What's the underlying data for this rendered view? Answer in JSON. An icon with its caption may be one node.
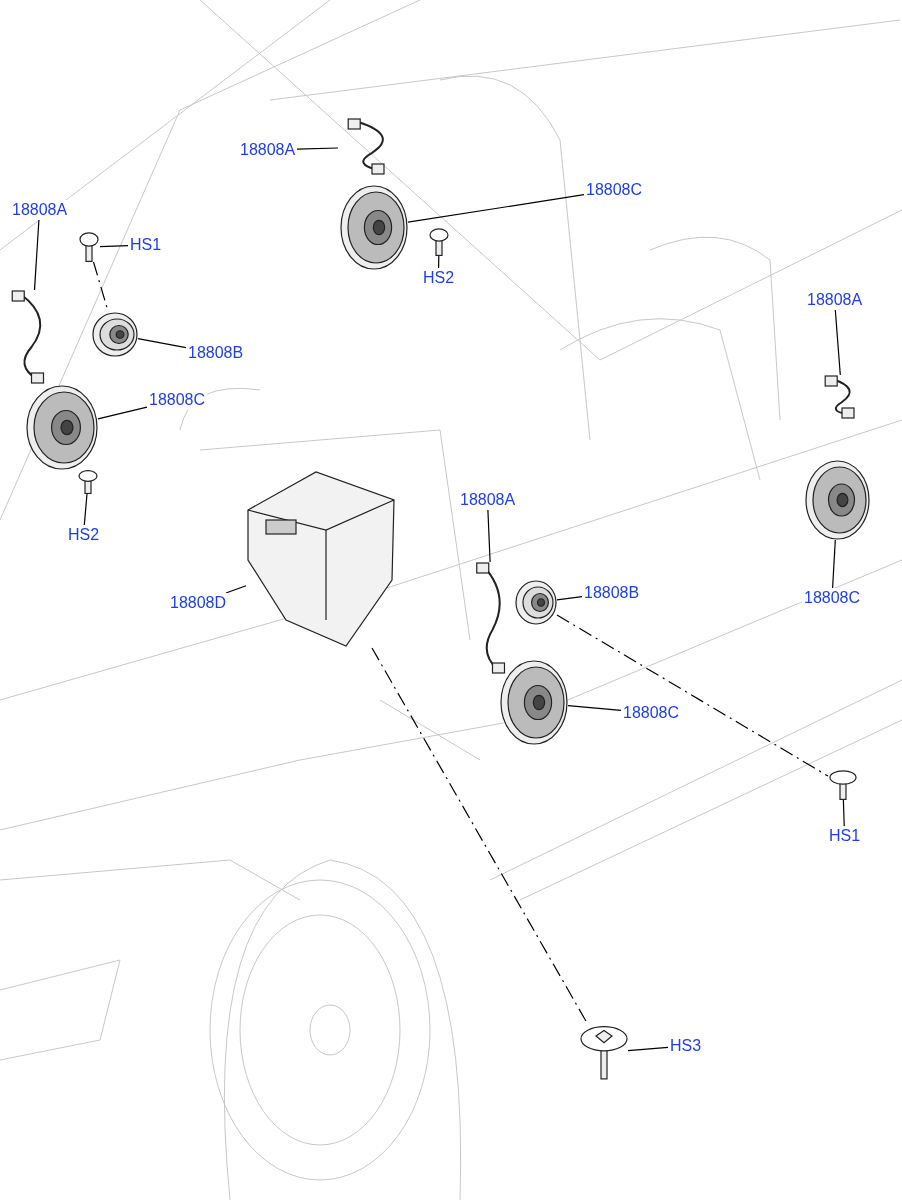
{
  "diagram": {
    "nodes": [
      {
        "text": [
          "18808A"
        ]
      },
      {
        "text": [],
        "shape": "picture"
      },
      {
        "text": [
          "18808C"
        ]
      },
      {
        "text": [],
        "shape": "picture"
      },
      {
        "text": [
          "HS2"
        ]
      },
      {
        "text": [],
        "shape": "picture"
      },
      {
        "text": [
          "18808A"
        ]
      },
      {
        "text": [],
        "shape": "picture"
      },
      {
        "text": [
          "HS1"
        ]
      },
      {
        "text": [],
        "shape": "picture"
      },
      {
        "text": [
          "18808B"
        ]
      },
      {
        "text": [],
        "shape": "picture"
      },
      {
        "text": [
          "18808C"
        ]
      },
      {
        "text": [],
        "shape": "picture"
      },
      {
        "text": [
          "HS2"
        ]
      },
      {
        "text": [],
        "shape": "picture"
      },
      {
        "text": [
          "18808D"
        ]
      },
      {
        "text": [],
        "shape": "picture"
      },
      {
        "text": [
          "18808A"
        ]
      },
      {
        "text": [],
        "shape": "picture"
      },
      {
        "text": [
          "18808B"
        ]
      },
      {
        "text": [],
        "shape": "picture"
      },
      {
        "text": [
          "18808C"
        ]
      },
      {
        "text": [],
        "shape": "picture"
      },
      {
        "text": [
          "18808A"
        ]
      },
      {
        "text": [],
        "shape": "picture"
      },
      {
        "text": [
          "18808C"
        ]
      },
      {
        "text": [],
        "shape": "picture"
      },
      {
        "text": [
          "HS1"
        ]
      },
      {
        "text": [],
        "shape": "picture"
      },
      {
        "text": [
          "HS3"
        ]
      },
      {
        "text": [],
        "shape": "picture"
      }
    ],
    "edges": [
      {
        "from": 0,
        "to": 1,
        "arrow": "none"
      },
      {
        "from": 2,
        "to": 3,
        "arrow": "none"
      },
      {
        "from": 4,
        "to": 5,
        "arrow": "none"
      },
      {
        "from": 6,
        "to": 7,
        "arrow": "none"
      },
      {
        "from": 8,
        "to": 9,
        "arrow": "none"
      },
      {
        "from": 10,
        "to": 11,
        "arrow": "none"
      },
      {
        "from": 12,
        "to": 13,
        "arrow": "none"
      },
      {
        "from": 14,
        "to": 15,
        "arrow": "none"
      },
      {
        "from": 16,
        "to": 17,
        "arrow": "none"
      },
      {
        "from": 18,
        "to": 19,
        "arrow": "none"
      },
      {
        "from": 20,
        "to": 21,
        "arrow": "none"
      },
      {
        "from": 22,
        "to": 23,
        "arrow": "none"
      },
      {
        "from": 24,
        "to": 25,
        "arrow": "none"
      },
      {
        "from": 26,
        "to": 27,
        "arrow": "none"
      },
      {
        "from": 28,
        "to": 29,
        "arrow": "none"
      },
      {
        "from": 30,
        "to": 31,
        "arrow": "none"
      },
      {
        "from": 9,
        "to": 11,
        "arrow": "none",
        "style": "dashed"
      },
      {
        "from": 17,
        "to": 31,
        "arrow": "none",
        "style": "dashed"
      },
      {
        "from": 21,
        "to": 29,
        "arrow": "none",
        "style": "dashed"
      }
    ]
  }
}
